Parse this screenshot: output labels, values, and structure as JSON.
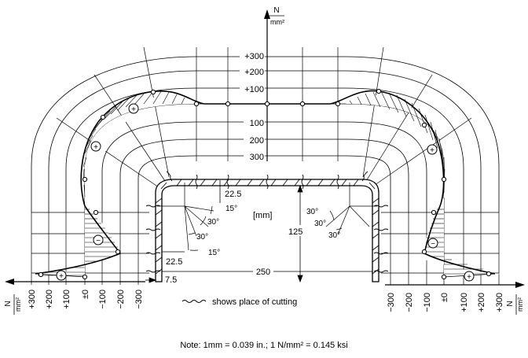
{
  "vertical_axis": {
    "unit_numerator": "N",
    "unit_denominator": "mm²",
    "ticks": [
      "+300",
      "+200",
      "+100",
      "100",
      "200",
      "300"
    ]
  },
  "left_axis": {
    "unit_numerator": "N",
    "unit_denominator": "mm²",
    "ticks": [
      "+300",
      "+200",
      "+100",
      "±0",
      "−100",
      "−200",
      "−300"
    ]
  },
  "right_axis": {
    "unit_numerator": "N",
    "unit_denominator": "mm²",
    "ticks": [
      "−300",
      "−200",
      "−100",
      "±0",
      "+100",
      "+200",
      "+300"
    ]
  },
  "dimensions": {
    "top_thickness": "22.5",
    "side_thickness": "22.5",
    "bottom_flange": "7.5",
    "width": "250",
    "height": "125",
    "unit": "[mm]"
  },
  "angles": {
    "left": [
      "15°",
      "30°",
      "30°",
      "15°"
    ],
    "right": [
      "30°",
      "30°",
      "30°"
    ]
  },
  "signs": {
    "plus": "+",
    "minus": "−"
  },
  "legend": "shows place of cutting",
  "note": "Note:  1mm = 0.039 in.; 1 N/mm² = 0.145 ksi"
}
